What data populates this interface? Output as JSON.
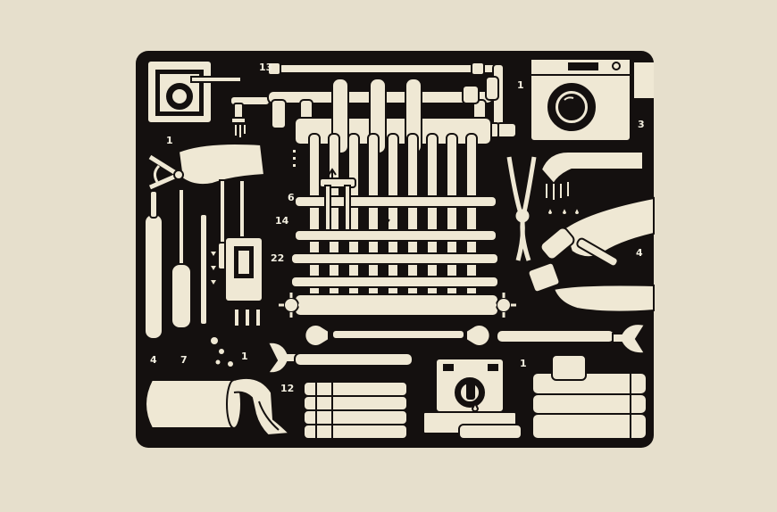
{
  "colors": {
    "page_background": "#e6dfcc",
    "panel_background": "#14100f",
    "illustration_cream": "#efe8d4",
    "outline": "#14100f"
  },
  "illustration": {
    "subject": "plumbing and heating tools arranged around a radiator",
    "icons": [
      "radiator-icon",
      "pipe-icon",
      "wall-socket-icon",
      "washing-machine-icon",
      "faucet-icon",
      "hand-with-pliers-icon",
      "screwdriver-icon",
      "pliers-icon",
      "shower-head-icon",
      "hand-with-valve-icon",
      "wrench-icon",
      "adjustable-wrench-icon",
      "boiler-icon",
      "towel-stack-icon",
      "leaking-pipe-icon"
    ]
  },
  "labels": {
    "l13": "13",
    "l1a": "1",
    "l1b": "1",
    "l3": "3",
    "l6": "6",
    "l14": "14",
    "l22": "22",
    "l4a": "4",
    "l4b": "4",
    "l7": "7",
    "l1c": "1",
    "l12": "12",
    "l1d": "1"
  }
}
